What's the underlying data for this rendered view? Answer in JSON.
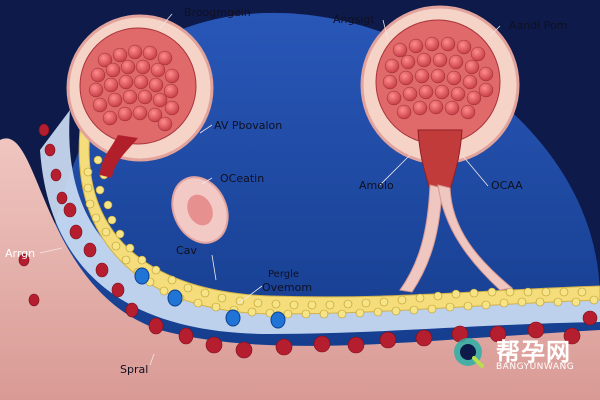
{
  "labels": {
    "top_left": "Broogmgein",
    "top_center": "Angsigt",
    "top_right": "Aandl Pom",
    "av_label": "AV Pbovalon",
    "oc_label": "OCeatin",
    "amolo": "Amolo",
    "ocaa": "OCAA",
    "arrgn": "Arrgn",
    "cav": "Cav",
    "pergle": "Pergle",
    "ovemom": "Ovemom",
    "spral": "Spral"
  },
  "watermark": {
    "chinese": "帮孕网",
    "latin": "BANGYUNWANG"
  },
  "colors": {
    "background": "#0d1a4a",
    "cavity_blue": "#1e4ca8",
    "tissue_pink": "#e8b7b2",
    "cell_red": "#d65a5a",
    "yellow_cells": "#f1d25a",
    "blue_beads": "#1f74d6"
  }
}
